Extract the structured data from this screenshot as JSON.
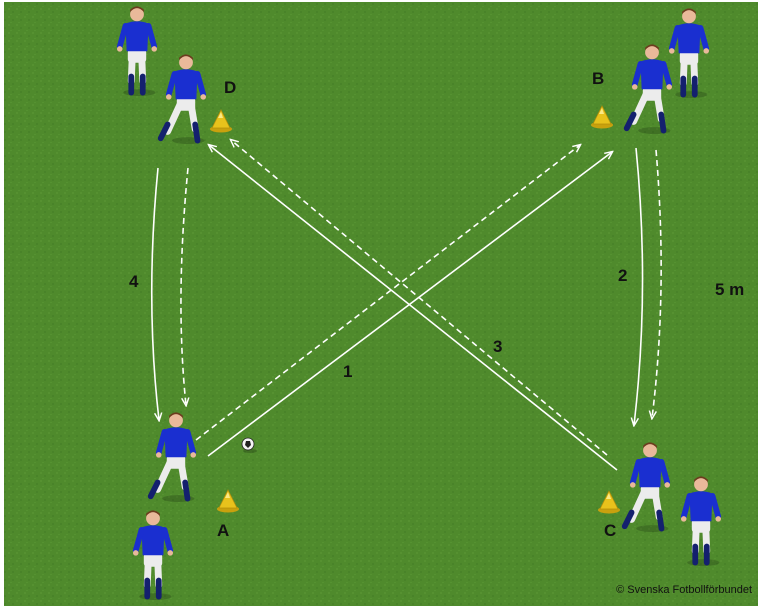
{
  "diagram": {
    "colors": {
      "pitch": "#4f8a2c",
      "pitch_dark": "#437a24",
      "arrow": "#ffffff",
      "shirt": "#1a2fd0",
      "shorts": "#ececec",
      "socks": "#14206e",
      "cone": "#e8c21c",
      "label": "#111111"
    },
    "positions": [
      {
        "id": "A",
        "label": "A"
      },
      {
        "id": "B",
        "label": "B"
      },
      {
        "id": "C",
        "label": "C"
      },
      {
        "id": "D",
        "label": "D"
      }
    ],
    "pass_numbers": [
      "1",
      "2",
      "3",
      "4"
    ],
    "distance_label": "5 m",
    "arrows": [
      {
        "from": "A",
        "to": "B",
        "style": "solid",
        "meaning": "pass"
      },
      {
        "from": "A",
        "to": "B",
        "style": "dashed",
        "meaning": "run"
      },
      {
        "from": "B",
        "to": "C",
        "style": "solid",
        "meaning": "pass"
      },
      {
        "from": "B",
        "to": "C",
        "style": "dashed",
        "meaning": "run"
      },
      {
        "from": "C",
        "to": "D",
        "style": "solid",
        "meaning": "pass"
      },
      {
        "from": "C",
        "to": "D",
        "style": "dashed",
        "meaning": "run"
      },
      {
        "from": "D",
        "to": "A",
        "style": "solid",
        "meaning": "pass"
      },
      {
        "from": "D",
        "to": "A",
        "style": "dashed",
        "meaning": "run"
      }
    ],
    "copyright": "© Svenska Fotbollförbundet"
  }
}
